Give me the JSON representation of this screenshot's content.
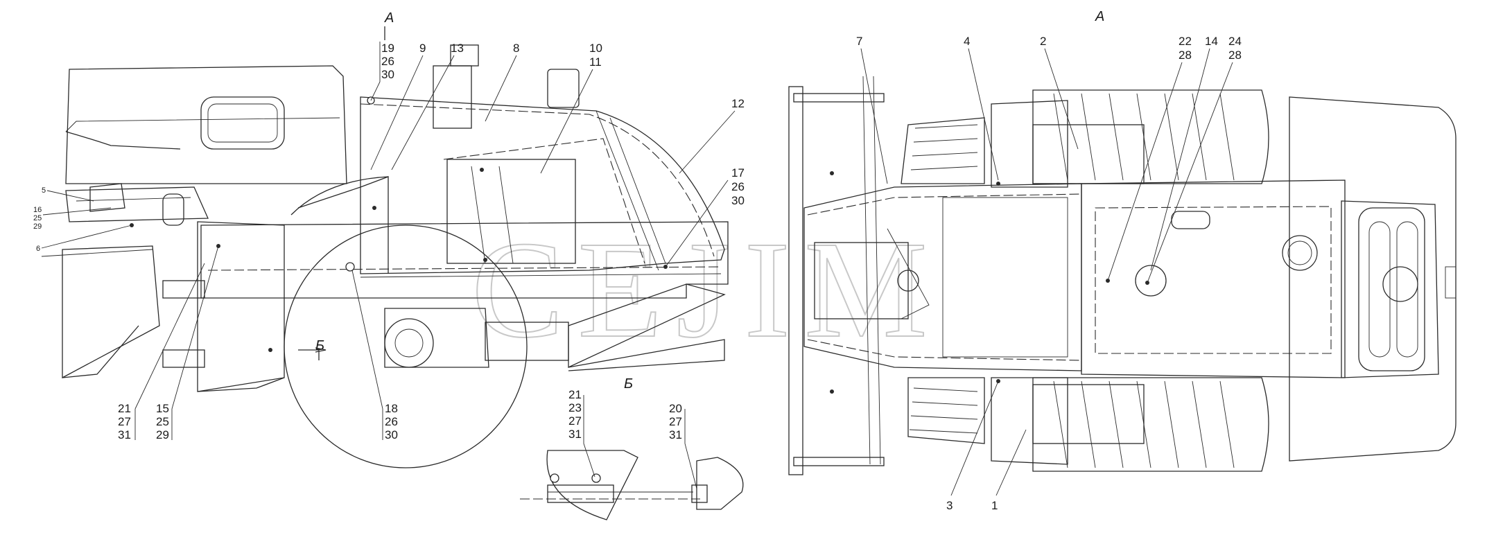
{
  "watermark": "CEJIM",
  "views": {
    "side_view_marker": "А",
    "top_view_title": "А",
    "section_marker": "Б",
    "section_title": "Б"
  },
  "callouts": {
    "c19_26_30": [
      "19",
      "26",
      "30"
    ],
    "c9": "9",
    "c13": "13",
    "c8": "8",
    "c10_11": [
      "10",
      "11"
    ],
    "c12": "12",
    "c17_26_30": [
      "17",
      "26",
      "30"
    ],
    "c5": "5",
    "c16_25_29": [
      "16",
      "25",
      "29"
    ],
    "c6": "6",
    "c21_27_31": [
      "21",
      "27",
      "31"
    ],
    "c15_25_29": [
      "15",
      "25",
      "29"
    ],
    "c18_26_30": [
      "18",
      "26",
      "30"
    ],
    "c21_23_27_31": [
      "21",
      "23",
      "27",
      "31"
    ],
    "c20_27_31": [
      "20",
      "27",
      "31"
    ],
    "c7": "7",
    "c4": "4",
    "c2": "2",
    "c22_28": [
      "22",
      "28"
    ],
    "c14": "14",
    "c24_28": [
      "24",
      "28"
    ],
    "c3": "3",
    "c1": "1"
  }
}
